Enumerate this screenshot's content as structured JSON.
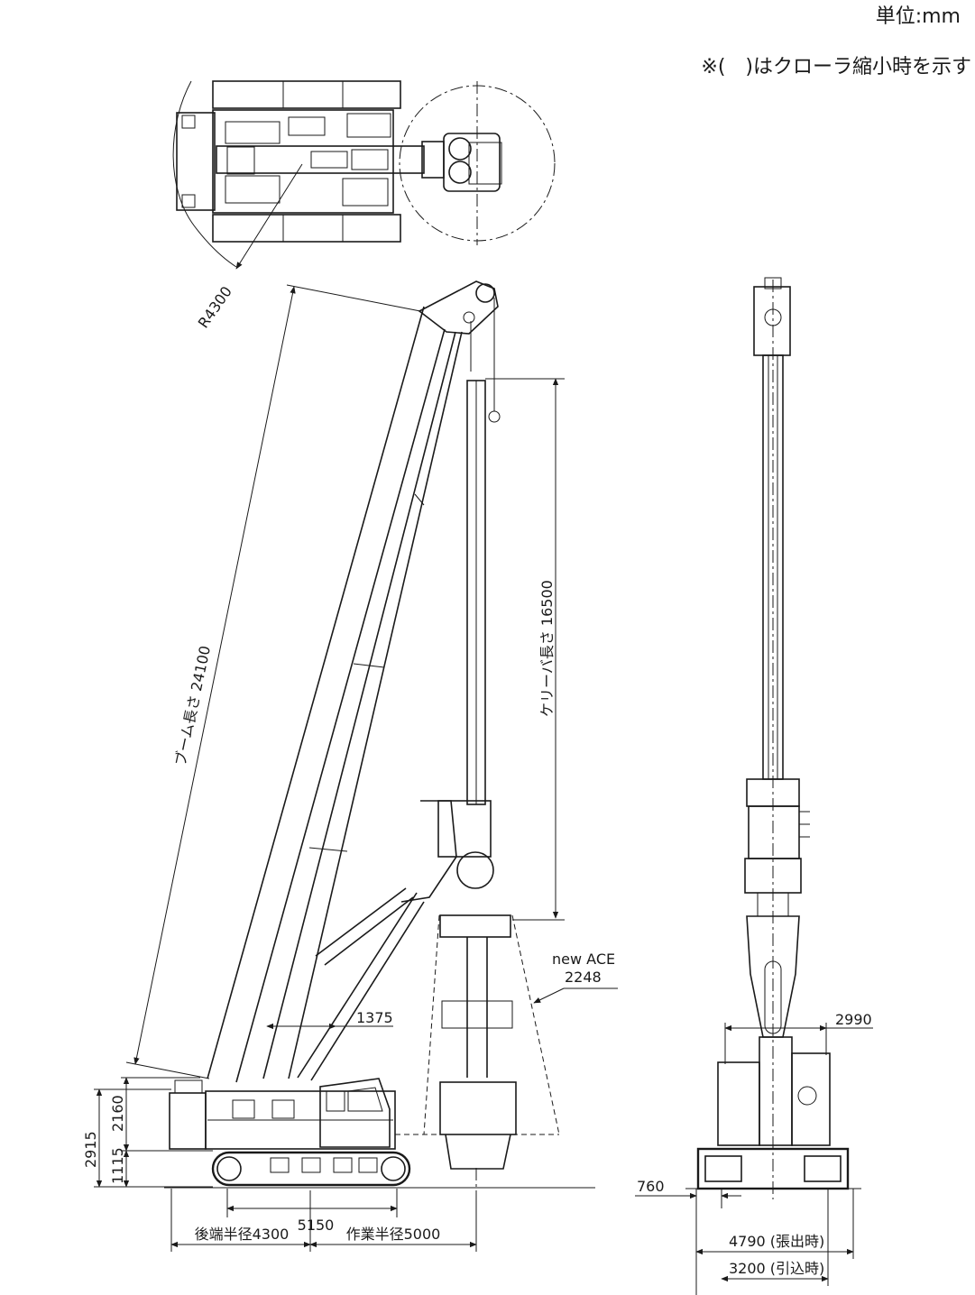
{
  "header": {
    "unit": "単位:mm",
    "note": "※(　)はクローラ縮小時を示す"
  },
  "top_view": {
    "radius_label": "R4300"
  },
  "side_view": {
    "boom_length": "ブーム長さ 24100",
    "kelly_length": "ケリーバ長さ 16500",
    "tool_name": "new ACE",
    "tool_dim": "2248",
    "offset_1375": "1375",
    "height_2160": "2160",
    "height_2915": "2915",
    "height_1115": "1115",
    "track_5150": "5150",
    "tail_radius": "後端半径4300",
    "work_radius": "作業半径5000"
  },
  "front_view": {
    "width_2990": "2990",
    "width_760": "760",
    "extended": "4790 (張出時)",
    "retracted": "3200 (引込時)"
  }
}
